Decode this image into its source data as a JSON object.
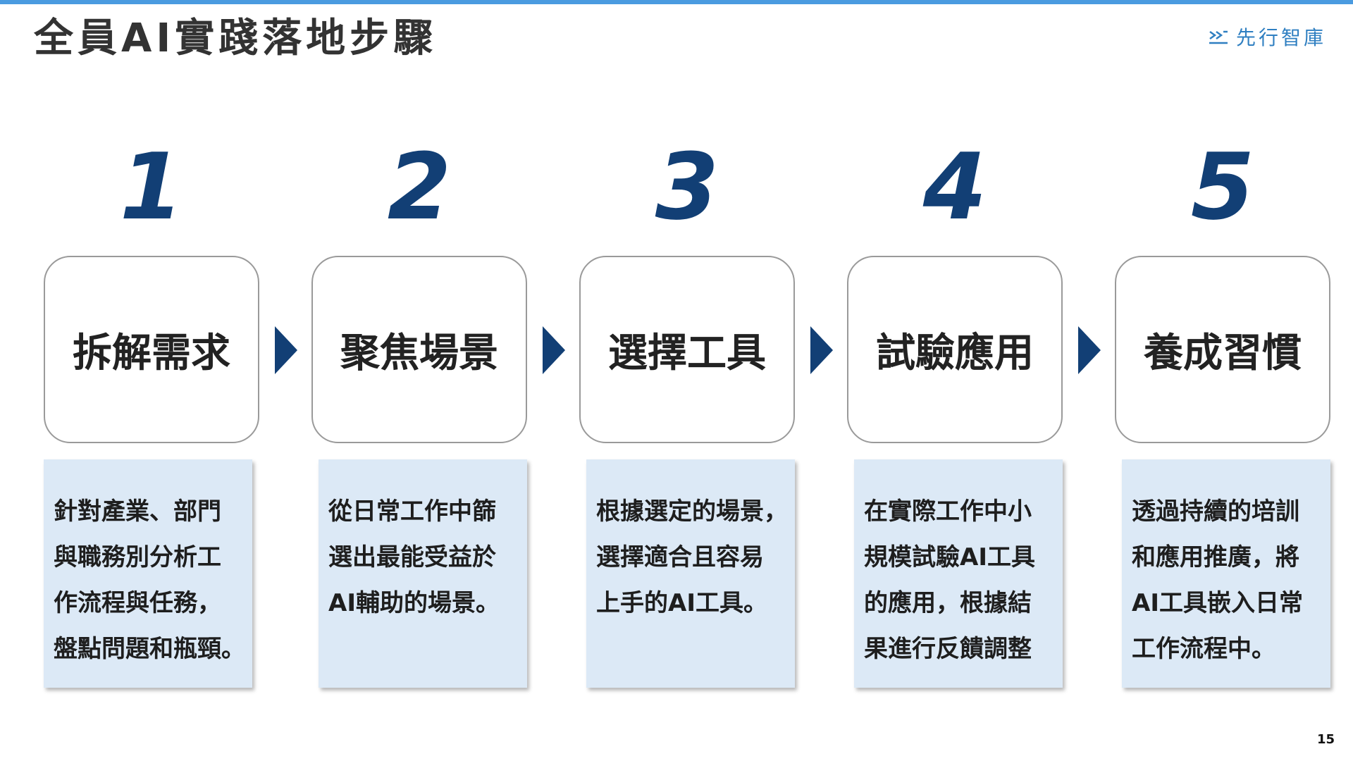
{
  "header": {
    "title": "全員AI實踐落地步驟",
    "logo_text": "先行智庫",
    "accent_color": "#4a9be0",
    "logo_icon": "logo-mark-icon"
  },
  "steps": [
    {
      "number": "1",
      "label": "拆解需求",
      "description": [
        "針對產業、部門",
        "與職務別分析工",
        "作流程與任務，",
        "盤點問題和瓶頸。"
      ]
    },
    {
      "number": "2",
      "label": "聚焦場景",
      "description": [
        "從日常工作中篩",
        "選出最能受益於",
        "AI輔助的場景。"
      ]
    },
    {
      "number": "3",
      "label": "選擇工具",
      "description": [
        "根據選定的場景，",
        "選擇適合且容易",
        "上手的AI工具。"
      ]
    },
    {
      "number": "4",
      "label": "試驗應用",
      "description": [
        "在實際工作中小",
        "規模試驗AI工具",
        "的應用，根據結",
        "果進行反饋調整"
      ]
    },
    {
      "number": "5",
      "label": "養成習慣",
      "description": [
        "透過持續的培訓",
        "和應用推廣，將",
        "AI工具嵌入日常",
        "工作流程中。"
      ]
    }
  ],
  "colors": {
    "number_color": "#123f75",
    "arrow_color": "#123f75",
    "description_bg": "#dce9f6"
  },
  "page_number": "15"
}
